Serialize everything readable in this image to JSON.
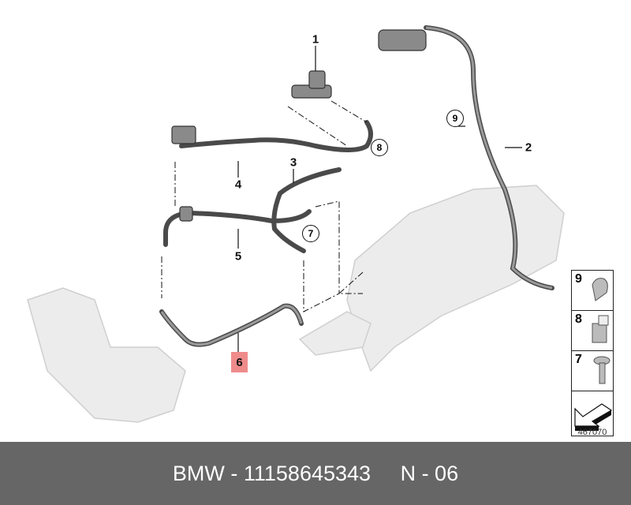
{
  "diagram": {
    "callouts": [
      "1",
      "2",
      "3",
      "4",
      "5",
      "6",
      "7",
      "8",
      "9"
    ],
    "highlighted_callout": "6",
    "highlight_color": "#ef8b8b",
    "legend": [
      {
        "number": "9",
        "icon": "hose-clip-icon"
      },
      {
        "number": "8",
        "icon": "clip-nut-icon"
      },
      {
        "number": "7",
        "icon": "screw-icon"
      },
      {
        "number": "",
        "icon": "direction-arrow-icon"
      }
    ],
    "diagram_number": "467070"
  },
  "footer": {
    "brand": "BMW",
    "part_number": "11158645343",
    "position": "N - 06",
    "background": "#666666"
  }
}
